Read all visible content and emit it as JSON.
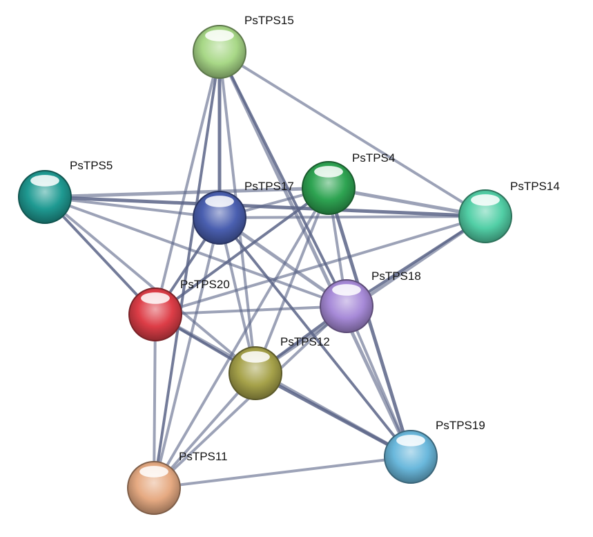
{
  "nodes": [
    {
      "id": "PsTPS15",
      "label": "PsTPS15",
      "color": "#a8d887"
    },
    {
      "id": "PsTPS5",
      "label": "PsTPS5",
      "color": "#1f9a92"
    },
    {
      "id": "PsTPS4",
      "label": "PsTPS4",
      "color": "#2ea452"
    },
    {
      "id": "PsTPS17",
      "label": "PsTPS17",
      "color": "#4a5fb0"
    },
    {
      "id": "PsTPS14",
      "label": "PsTPS14",
      "color": "#52cfa6"
    },
    {
      "id": "PsTPS20",
      "label": "PsTPS20",
      "color": "#dd3d47"
    },
    {
      "id": "PsTPS18",
      "label": "PsTPS18",
      "color": "#a78ad8"
    },
    {
      "id": "PsTPS12",
      "label": "PsTPS12",
      "color": "#a6a24a"
    },
    {
      "id": "PsTPS19",
      "label": "PsTPS19",
      "color": "#6ab8dc"
    },
    {
      "id": "PsTPS11",
      "label": "PsTPS11",
      "color": "#e6aa82"
    }
  ],
  "edges": [
    [
      "PsTPS15",
      "PsTPS17"
    ],
    [
      "PsTPS15",
      "PsTPS20"
    ],
    [
      "PsTPS15",
      "PsTPS12"
    ],
    [
      "PsTPS15",
      "PsTPS18"
    ],
    [
      "PsTPS15",
      "PsTPS19"
    ],
    [
      "PsTPS15",
      "PsTPS14"
    ],
    [
      "PsTPS15",
      "PsTPS11"
    ],
    [
      "PsTPS5",
      "PsTPS17"
    ],
    [
      "PsTPS5",
      "PsTPS4"
    ],
    [
      "PsTPS5",
      "PsTPS20"
    ],
    [
      "PsTPS5",
      "PsTPS12"
    ],
    [
      "PsTPS5",
      "PsTPS18"
    ],
    [
      "PsTPS5",
      "PsTPS14"
    ],
    [
      "PsTPS17",
      "PsTPS4"
    ],
    [
      "PsTPS17",
      "PsTPS14"
    ],
    [
      "PsTPS17",
      "PsTPS20"
    ],
    [
      "PsTPS17",
      "PsTPS18"
    ],
    [
      "PsTPS17",
      "PsTPS12"
    ],
    [
      "PsTPS17",
      "PsTPS19"
    ],
    [
      "PsTPS17",
      "PsTPS11"
    ],
    [
      "PsTPS4",
      "PsTPS14"
    ],
    [
      "PsTPS4",
      "PsTPS20"
    ],
    [
      "PsTPS4",
      "PsTPS18"
    ],
    [
      "PsTPS4",
      "PsTPS12"
    ],
    [
      "PsTPS4",
      "PsTPS19"
    ],
    [
      "PsTPS4",
      "PsTPS11"
    ],
    [
      "PsTPS14",
      "PsTPS20"
    ],
    [
      "PsTPS14",
      "PsTPS18"
    ],
    [
      "PsTPS14",
      "PsTPS12"
    ],
    [
      "PsTPS20",
      "PsTPS18"
    ],
    [
      "PsTPS20",
      "PsTPS12"
    ],
    [
      "PsTPS20",
      "PsTPS11"
    ],
    [
      "PsTPS20",
      "PsTPS19"
    ],
    [
      "PsTPS18",
      "PsTPS12"
    ],
    [
      "PsTPS18",
      "PsTPS19"
    ],
    [
      "PsTPS18",
      "PsTPS11"
    ],
    [
      "PsTPS12",
      "PsTPS19"
    ],
    [
      "PsTPS12",
      "PsTPS11"
    ],
    [
      "PsTPS19",
      "PsTPS11"
    ]
  ],
  "style": {
    "edge_color": "#5a6487",
    "background": "#ffffff"
  }
}
